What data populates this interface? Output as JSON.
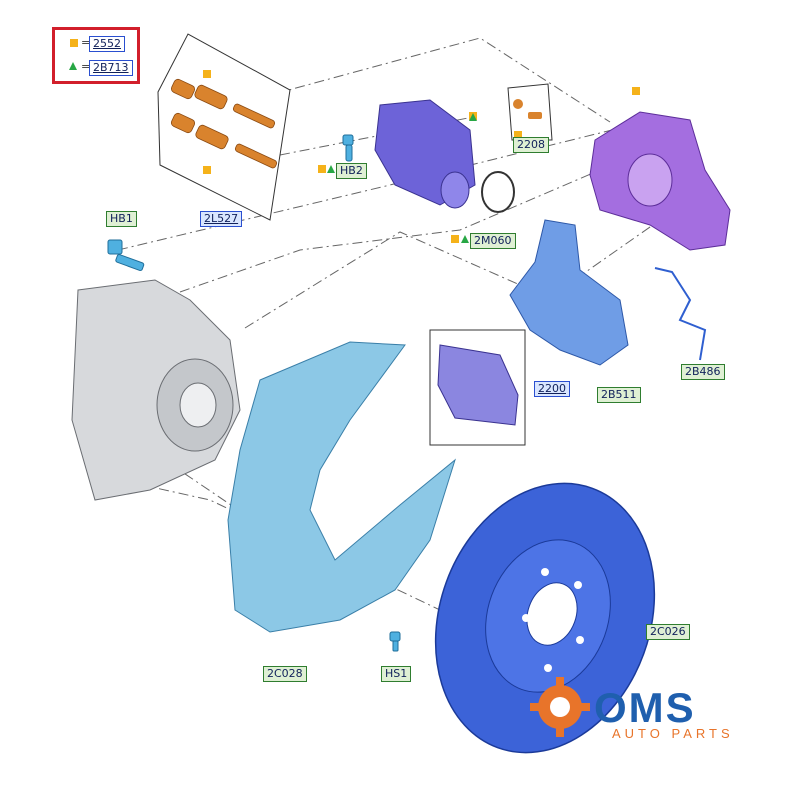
{
  "legend": {
    "square_code": "2552",
    "triangle_code": "2B713",
    "equals": "="
  },
  "callouts": {
    "pin_kit": "2L527",
    "bolt_hb2": "HB2",
    "bleeder_kit": "2208",
    "seal": "2M060",
    "bolt_hb1": "HB1",
    "brake_line": "2B486",
    "caliper_bracket": "2B511",
    "brake_pads": "2200",
    "dust_shield": "2C028",
    "bolt_hs1": "HS1",
    "brake_disc": "2C026"
  },
  "logo": {
    "name": "OMS",
    "tagline": "AUTO PARTS"
  },
  "colors": {
    "legend_border": "#d21f2b",
    "square_marker": "#f5b21a",
    "triangle_marker": "#28a745",
    "label_green_bg": "#dff0d4",
    "label_blue_bg": "#d9e6ff",
    "brake_disc": "#3c63d8",
    "caliper": "#a46ee0",
    "motor": "#6d63d8",
    "bracket": "#6f9de6",
    "shield": "#8cc8e6",
    "pins": "#d9832d",
    "logo_blue": "#1f5fae",
    "logo_orange": "#e8742a"
  },
  "icons": [
    "square-marker-icon",
    "triangle-marker-icon",
    "gear-icon"
  ]
}
